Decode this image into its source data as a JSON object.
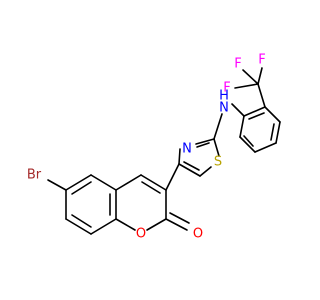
{
  "molecule": {
    "atoms": {
      "br": {
        "symbol": "Br",
        "color": "#A52A2A"
      },
      "o1": {
        "symbol": "O",
        "color": "#FF0000"
      },
      "o2": {
        "symbol": "O",
        "color": "#FF0000"
      },
      "n1": {
        "symbol": "N",
        "color": "#0000FF"
      },
      "s1": {
        "symbol": "S",
        "color": "#B8A300"
      },
      "nh": {
        "symbol": "N",
        "color": "#0000FF"
      },
      "h": {
        "symbol": "H",
        "color": "#0000FF"
      },
      "f1": {
        "symbol": "F",
        "color": "#FF00FF"
      },
      "f2": {
        "symbol": "F",
        "color": "#FF00FF"
      },
      "f3": {
        "symbol": "F",
        "color": "#FF00FF"
      }
    },
    "bond_color": "#000000"
  }
}
